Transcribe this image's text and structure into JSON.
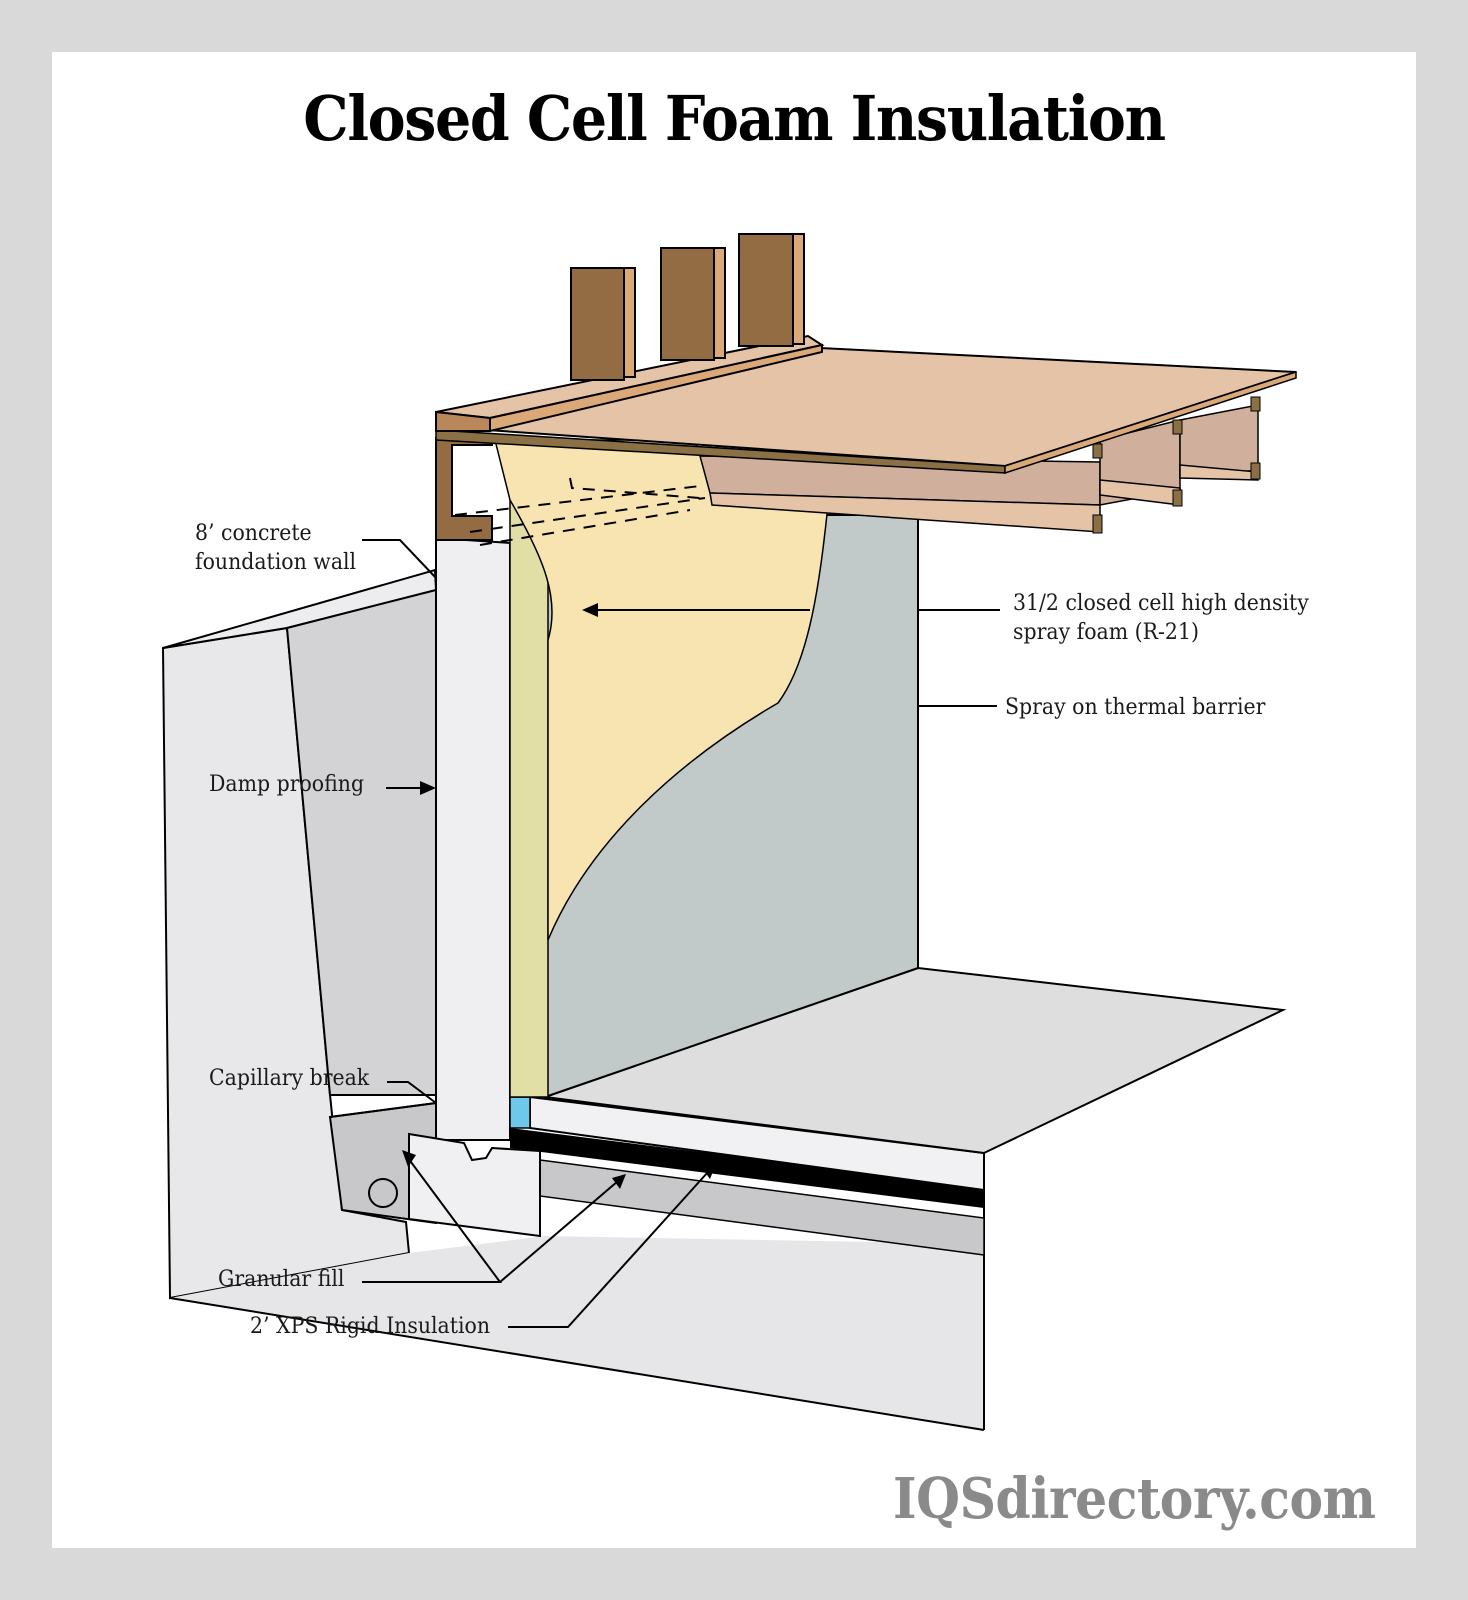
{
  "title": "Closed Cell Foam Insulation",
  "labels": {
    "foundation_wall_line1": "8’ concrete",
    "foundation_wall_line2": "foundation wall",
    "spray_foam_line1": "31/2 closed cell high density",
    "spray_foam_line2": "spray foam (R-21)",
    "thermal_barrier": "Spray on thermal barrier",
    "damp_proofing": "Damp proofing",
    "capillary_break": "Capillary break",
    "granular_fill": "Granular fill",
    "xps_insulation": "2’ XPS Rigid Insulation"
  },
  "watermark": "IQSdirectory.com",
  "colors": {
    "frame": "#d9d9d9",
    "spray_foam": "#f7e4b0",
    "foam_edge": "#e2dfa6",
    "thermal_barrier": "#c2c9c9",
    "stud_dark": "#946c44",
    "stud_light": "#dba878",
    "subfloor": "#e4c3a6",
    "joist": "#d0b09d",
    "capillary_break": "#6dc8ea",
    "concrete": "#efeff1",
    "soil_dark": "#d3d3d5",
    "soil_light": "#e6e6e8",
    "gravel": "#c8c8ca",
    "slab_top": "#dededf",
    "poly": "#000000",
    "watermark": "#8a8a8a"
  }
}
